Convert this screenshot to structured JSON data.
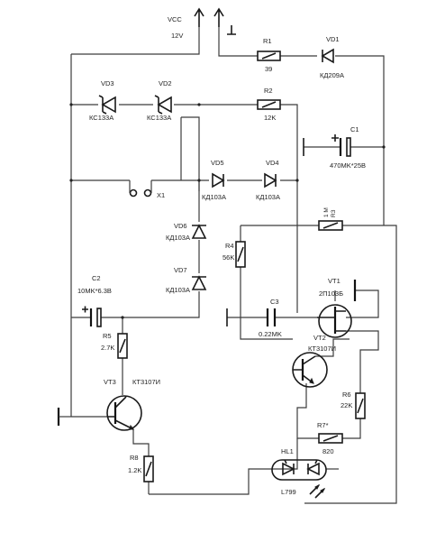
{
  "supply": {
    "vcc": "VCC",
    "voltage": "12V"
  },
  "connector": {
    "name": "X1"
  },
  "resistors": {
    "r1": {
      "name": "R1",
      "value": "39"
    },
    "r2": {
      "name": "R2",
      "value": "12K"
    },
    "r3": {
      "name": "R3",
      "value": "1 M"
    },
    "r4": {
      "name": "R4",
      "value": "56K"
    },
    "r5": {
      "name": "R5",
      "value": "2.7K"
    },
    "r6": {
      "name": "R6",
      "value": "22K"
    },
    "r7": {
      "name": "R7*",
      "value": "820"
    },
    "r8": {
      "name": "R8",
      "value": "1.2K"
    }
  },
  "capacitors": {
    "c1": {
      "name": "C1",
      "value": "470MK*25B"
    },
    "c2": {
      "name": "C2",
      "value": "10MK*6.3B"
    },
    "c3": {
      "name": "C3",
      "value": "0.22MK"
    }
  },
  "diodes": {
    "vd1": {
      "name": "VD1",
      "value": "КД209А"
    },
    "vd2": {
      "name": "VD2",
      "value": "КС133А"
    },
    "vd3": {
      "name": "VD3",
      "value": "КС133А"
    },
    "vd4": {
      "name": "VD4",
      "value": "КД103А"
    },
    "vd5": {
      "name": "VD5",
      "value": "КД103А"
    },
    "vd6": {
      "name": "VD6",
      "value": "КД103А"
    },
    "vd7": {
      "name": "VD7",
      "value": "КД103А"
    }
  },
  "transistors": {
    "vt1": {
      "name": "VT1",
      "value": "2П103Б"
    },
    "vt2": {
      "name": "VT2",
      "value": "КТ3107И"
    },
    "vt3": {
      "name": "VT3",
      "value": "КТ3107И"
    }
  },
  "optocoupler": {
    "name": "HL1",
    "value": "L799"
  }
}
